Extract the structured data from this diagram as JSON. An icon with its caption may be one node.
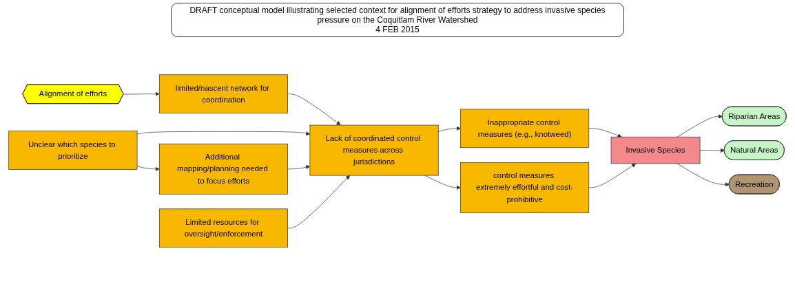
{
  "diagram": {
    "title": "DRAFT conceptual model illustrating selected context for alignment of efforts strategy to address invasive species pressure on the Coquitlam River Watershed",
    "labels": [
      "4 FEB 2015"
    ],
    "nodes": [
      {
        "text": [
          "Alignment of efforts"
        ]
      },
      {
        "text": [
          "limited/nascent network for coordination"
        ]
      },
      {
        "text": [
          "Unclear which species to prioritize"
        ]
      },
      {
        "text": [
          "Additional mapping/planning needed to focus efforts"
        ]
      },
      {
        "text": [
          "Limited resources for oversight/enforcement"
        ]
      },
      {
        "text": [
          "Lack of coordinated control measures across jurisdictions"
        ]
      },
      {
        "text": [
          "Inappropriate control measures (e.g., knotweed)"
        ]
      },
      {
        "text": [
          "control measures extremely effortful and cost-prohibitive"
        ]
      },
      {
        "text": [
          "Invasive Species"
        ]
      },
      {
        "text": [
          "Riparian Areas"
        ]
      },
      {
        "text": [
          "Natural Areas"
        ]
      },
      {
        "text": [
          "Recreation"
        ]
      }
    ],
    "edges": [
      {
        "from": 0,
        "to": 1,
        "arrow": "to"
      },
      {
        "from": 1,
        "to": 5,
        "arrow": "to"
      },
      {
        "from": 2,
        "to": 5,
        "arrow": "to"
      },
      {
        "from": 2,
        "to": 3,
        "arrow": "to"
      },
      {
        "from": 3,
        "to": 5,
        "arrow": "to"
      },
      {
        "from": 4,
        "to": 5,
        "arrow": "to"
      },
      {
        "from": 5,
        "to": 6,
        "arrow": "to"
      },
      {
        "from": 5,
        "to": 7,
        "arrow": "to"
      },
      {
        "from": 6,
        "to": 8,
        "arrow": "to"
      },
      {
        "from": 7,
        "to": 8,
        "arrow": "to"
      },
      {
        "from": 8,
        "to": 9,
        "arrow": "to"
      },
      {
        "from": 8,
        "to": 10,
        "arrow": "to"
      },
      {
        "from": 8,
        "to": 11,
        "arrow": "to"
      }
    ]
  }
}
